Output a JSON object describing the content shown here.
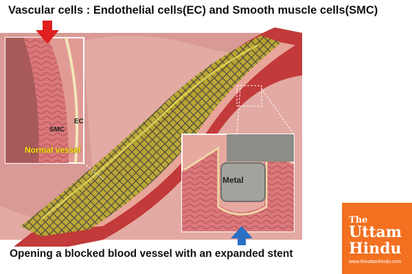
{
  "title": "Vascular cells : Endothelial cells(EC) and Smooth muscle cells(SMC)",
  "caption": "Opening a blocked blood vessel with an expanded stent",
  "labels": {
    "ec": "EC",
    "smc": "SMC",
    "normal_vessel": "Normal vessel",
    "metal": "Metal"
  },
  "logo": {
    "the": "The",
    "uttam": "Uttam",
    "hindu": "Hindu",
    "url": "www.theuttamhindu.com"
  },
  "colors": {
    "vessel_wall": "#c23a3a",
    "vessel_inner": "#e8a59a",
    "stent_yellow": "#c9b82c",
    "stent_metal": "#8a8a80",
    "arrow_red": "#e02020",
    "arrow_blue": "#2a6fc4",
    "logo_orange": "#f37021"
  }
}
